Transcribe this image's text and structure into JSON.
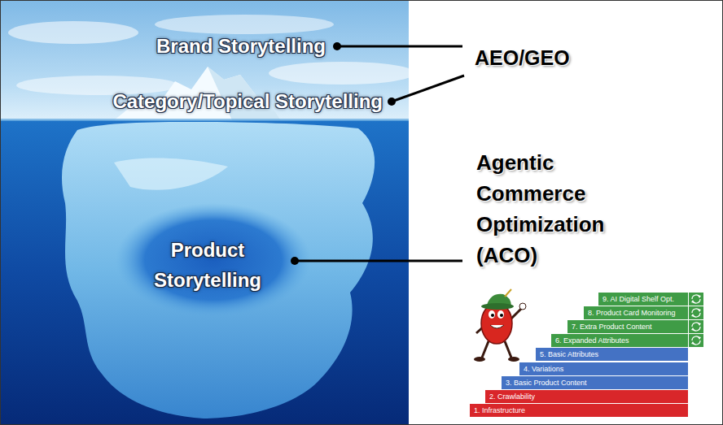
{
  "diagram": {
    "nodes": [
      {
        "text": [
          "9. AI Digital Shelf Opt."
        ]
      },
      {
        "text": [
          "8. Product Card Monitoring"
        ]
      },
      {
        "text": [
          "7. Extra Product Content"
        ]
      },
      {
        "text": [
          "6. Expanded Attributes"
        ]
      },
      {
        "text": [
          "5. Basic Attributes"
        ]
      },
      {
        "text": [
          "4. Variations"
        ]
      },
      {
        "text": [
          "3. Basic Product Content"
        ]
      },
      {
        "text": [
          "2. Crawlability"
        ]
      },
      {
        "text": [
          "1. Infrastructure"
        ]
      }
    ],
    "labels": [
      "Brand Storytelling",
      "Category/Topical Storytelling",
      "Product Storytelling",
      "AEO/GEO",
      "Agentic Commerce Optimization (ACO)"
    ]
  }
}
